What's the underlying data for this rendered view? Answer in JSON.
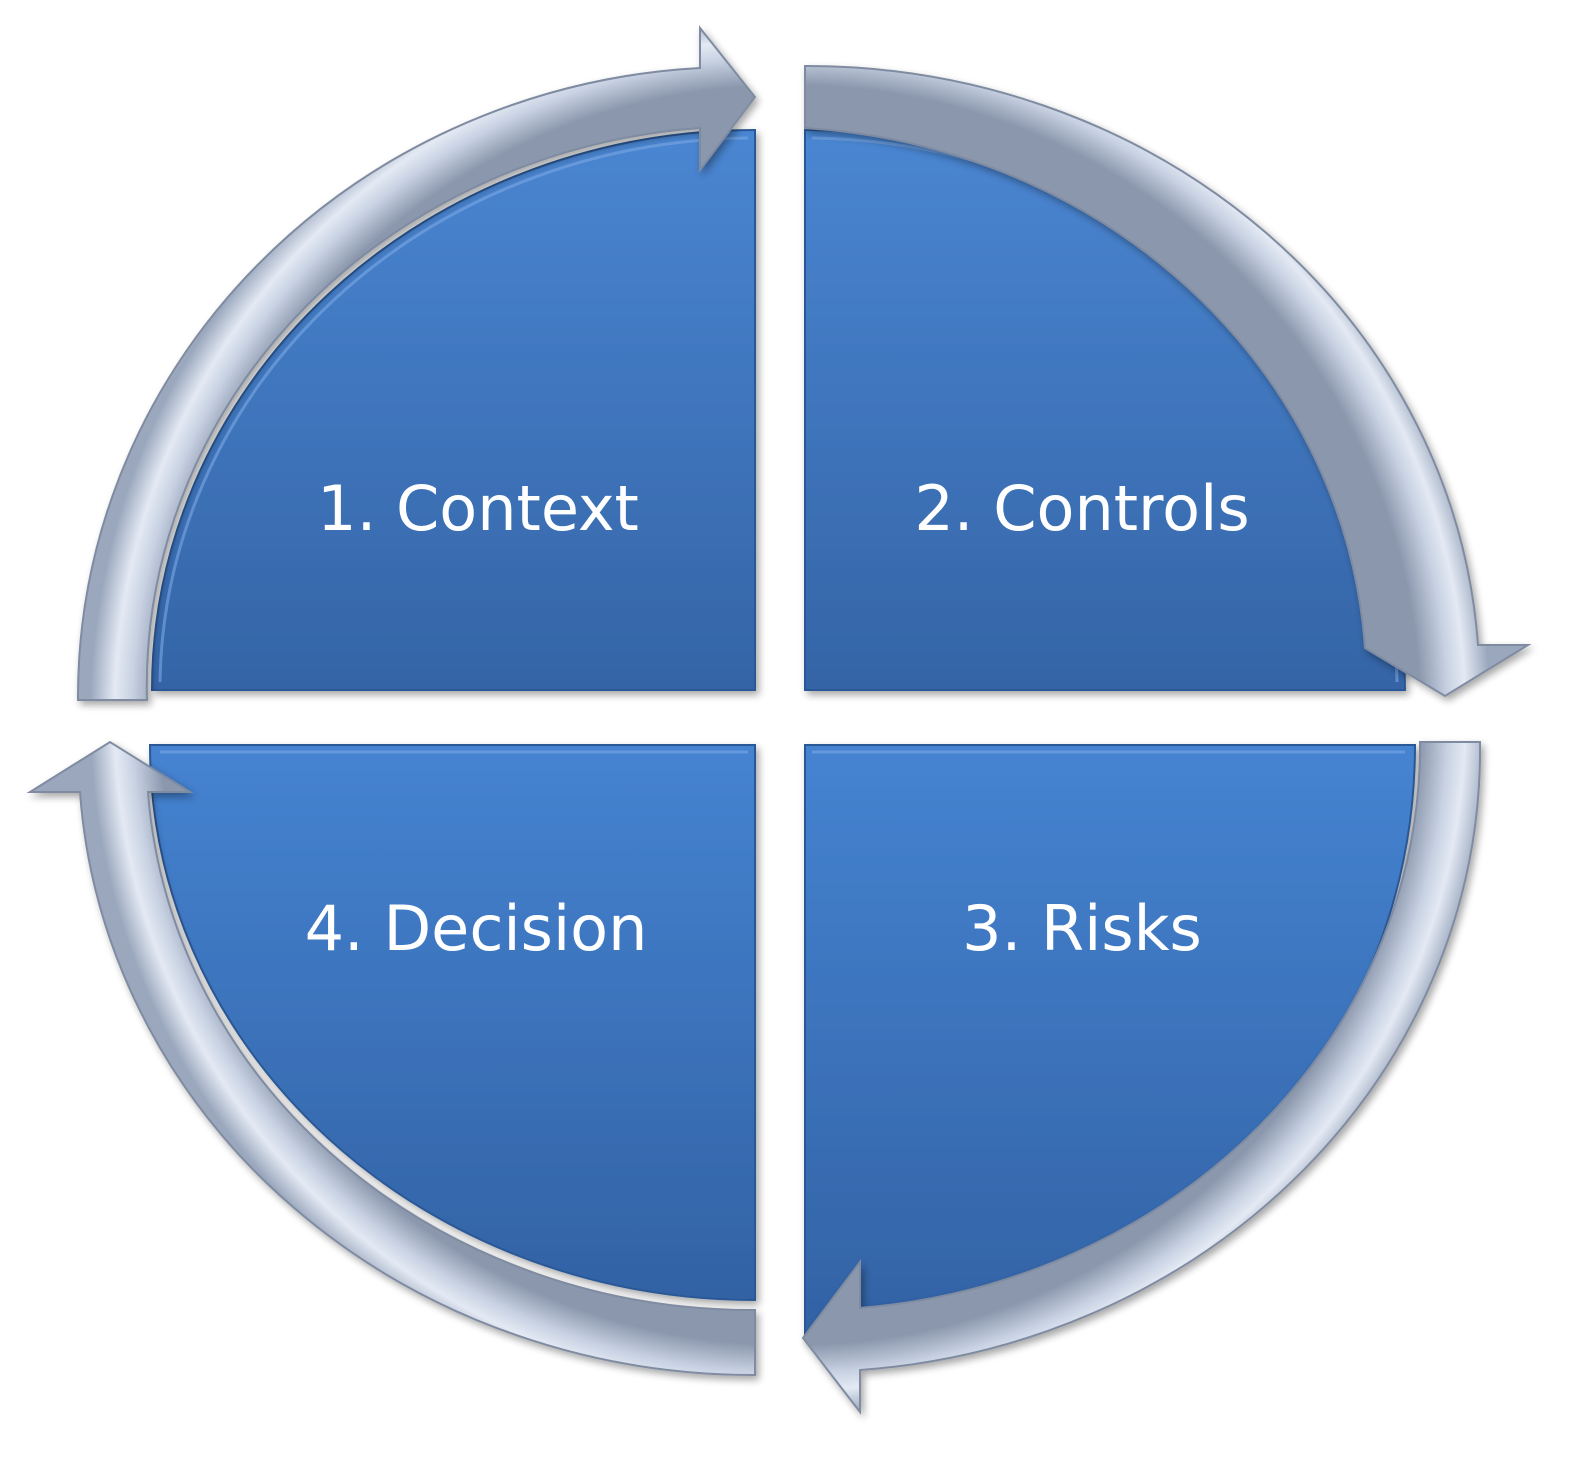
{
  "diagram": {
    "type": "cycle",
    "colors": {
      "quadrant_top": "#4a86d2",
      "quadrant_bottom": "#3464a6",
      "quadrant_edge": "#2c5896",
      "arrow_light": "#e3e9f4",
      "arrow_mid": "#b4c1d6",
      "arrow_dark": "#8794ab",
      "label_text": "#ffffff"
    },
    "quadrants": [
      {
        "label": "1. Context"
      },
      {
        "label": "2. Controls"
      },
      {
        "label": "3. Risks"
      },
      {
        "label": "4. Decision"
      }
    ]
  }
}
